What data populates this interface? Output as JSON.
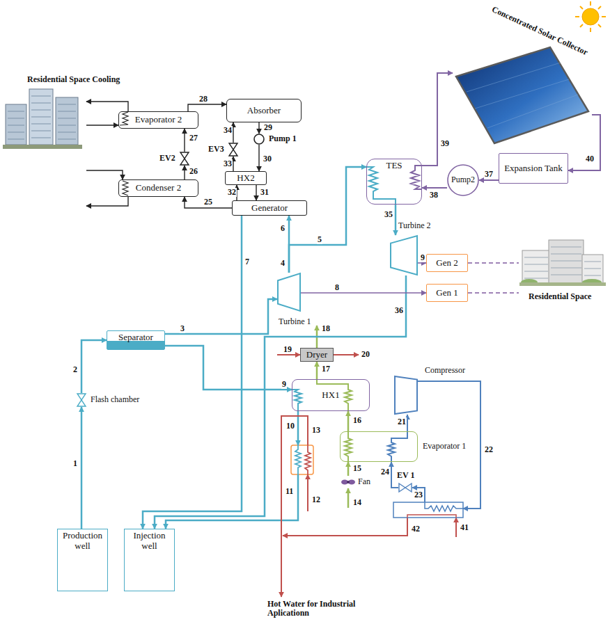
{
  "diagram": {
    "nodes": [
      {
        "text": [
          "Evaporator 2"
        ]
      },
      {
        "text": [
          "Absorber"
        ]
      },
      {
        "text": [
          "Pump 1"
        ]
      },
      {
        "text": [
          "EV3"
        ]
      },
      {
        "text": [
          "HX2"
        ]
      },
      {
        "text": [
          "Condenser 2"
        ]
      },
      {
        "text": [
          "EV2"
        ]
      },
      {
        "text": [
          "Generator"
        ]
      },
      {
        "text": [
          "TES"
        ]
      },
      {
        "text": [
          "Pump2"
        ]
      },
      {
        "text": [
          "Expansion Tank"
        ]
      },
      {
        "text": [
          "Concentrated Solar Collector"
        ]
      },
      {
        "text": [
          "Turbine 2"
        ]
      },
      {
        "text": [
          "Gen 2"
        ]
      },
      {
        "text": [
          "Gen 1"
        ]
      },
      {
        "text": [
          "Turbine 1"
        ]
      },
      {
        "text": [
          "Separator"
        ]
      },
      {
        "text": [
          "Flash chamber"
        ]
      },
      {
        "text": [
          "Dryer"
        ]
      },
      {
        "text": [
          "HX1"
        ]
      },
      {
        "text": [
          "Evaporator 1"
        ]
      },
      {
        "text": [
          "Compressor"
        ]
      },
      {
        "text": [
          "EV 1"
        ]
      },
      {
        "text": [
          "Fan"
        ]
      },
      {
        "text": [
          "Production well"
        ]
      },
      {
        "text": [
          "Injection well"
        ]
      }
    ],
    "edges": [
      {
        "from": 24,
        "to": 17,
        "arrow": "to",
        "label": "1"
      },
      {
        "from": 17,
        "to": 16,
        "arrow": "to",
        "label": "2"
      },
      {
        "from": 16,
        "to": 15,
        "arrow": "to",
        "label": "3"
      },
      {
        "from": 15,
        "to": 7,
        "arrow": "to",
        "label": "6"
      },
      {
        "from": 15,
        "to": 8,
        "arrow": "to",
        "label": "5"
      },
      {
        "from": 8,
        "to": 12,
        "arrow": "to",
        "label": "35"
      },
      {
        "from": 12,
        "to": 25,
        "arrow": "to",
        "label": "36"
      },
      {
        "from": 7,
        "to": 25,
        "arrow": "to",
        "label": "7"
      },
      {
        "from": 16,
        "to": 19,
        "arrow": "to",
        "label": "9"
      },
      {
        "from": 15,
        "to": 14,
        "arrow": "to",
        "label": "8"
      },
      {
        "from": 12,
        "to": 13,
        "arrow": "to",
        "label": "9"
      },
      {
        "from": 1,
        "to": 2,
        "arrow": "to",
        "label": "29"
      },
      {
        "from": 2,
        "to": 4,
        "arrow": "to",
        "label": "30"
      },
      {
        "from": 4,
        "to": 7,
        "arrow": "to",
        "label": "31"
      },
      {
        "from": 7,
        "to": 4,
        "arrow": "to",
        "label": "32"
      },
      {
        "from": 4,
        "to": 3,
        "arrow": "to",
        "label": "33"
      },
      {
        "from": 3,
        "to": 1,
        "arrow": "to",
        "label": "34"
      },
      {
        "from": 7,
        "to": 5,
        "arrow": "to",
        "label": "25"
      },
      {
        "from": 5,
        "to": 6,
        "arrow": "to",
        "label": "26"
      },
      {
        "from": 6,
        "to": 0,
        "arrow": "to",
        "label": "27"
      },
      {
        "from": 0,
        "to": 1,
        "arrow": "to",
        "label": "28"
      },
      {
        "from": 10,
        "to": 9,
        "arrow": "to",
        "label": "37"
      },
      {
        "from": 9,
        "to": 8,
        "arrow": "to",
        "label": "38"
      },
      {
        "from": 8,
        "to": 11,
        "arrow": "to",
        "label": "39"
      },
      {
        "from": 11,
        "to": 10,
        "arrow": "to",
        "label": "40"
      },
      {
        "from": 23,
        "to": 20,
        "arrow": "to",
        "label": "15"
      },
      {
        "from": 20,
        "to": 19,
        "arrow": "to",
        "label": "16"
      },
      {
        "from": 19,
        "to": 18,
        "arrow": "to",
        "label": "17"
      },
      {
        "from": 20,
        "to": 21,
        "arrow": "to",
        "label": "21"
      },
      {
        "from": 22,
        "to": 20,
        "arrow": "to",
        "label": "24"
      }
    ],
    "labels": [
      "Residential Space Cooling",
      "Residential Space",
      "Hot Water for Industrial Aplicationn",
      "4",
      "10",
      "11",
      "12",
      "13",
      "14",
      "18",
      "19",
      "20",
      "22",
      "23",
      "41",
      "42"
    ]
  }
}
